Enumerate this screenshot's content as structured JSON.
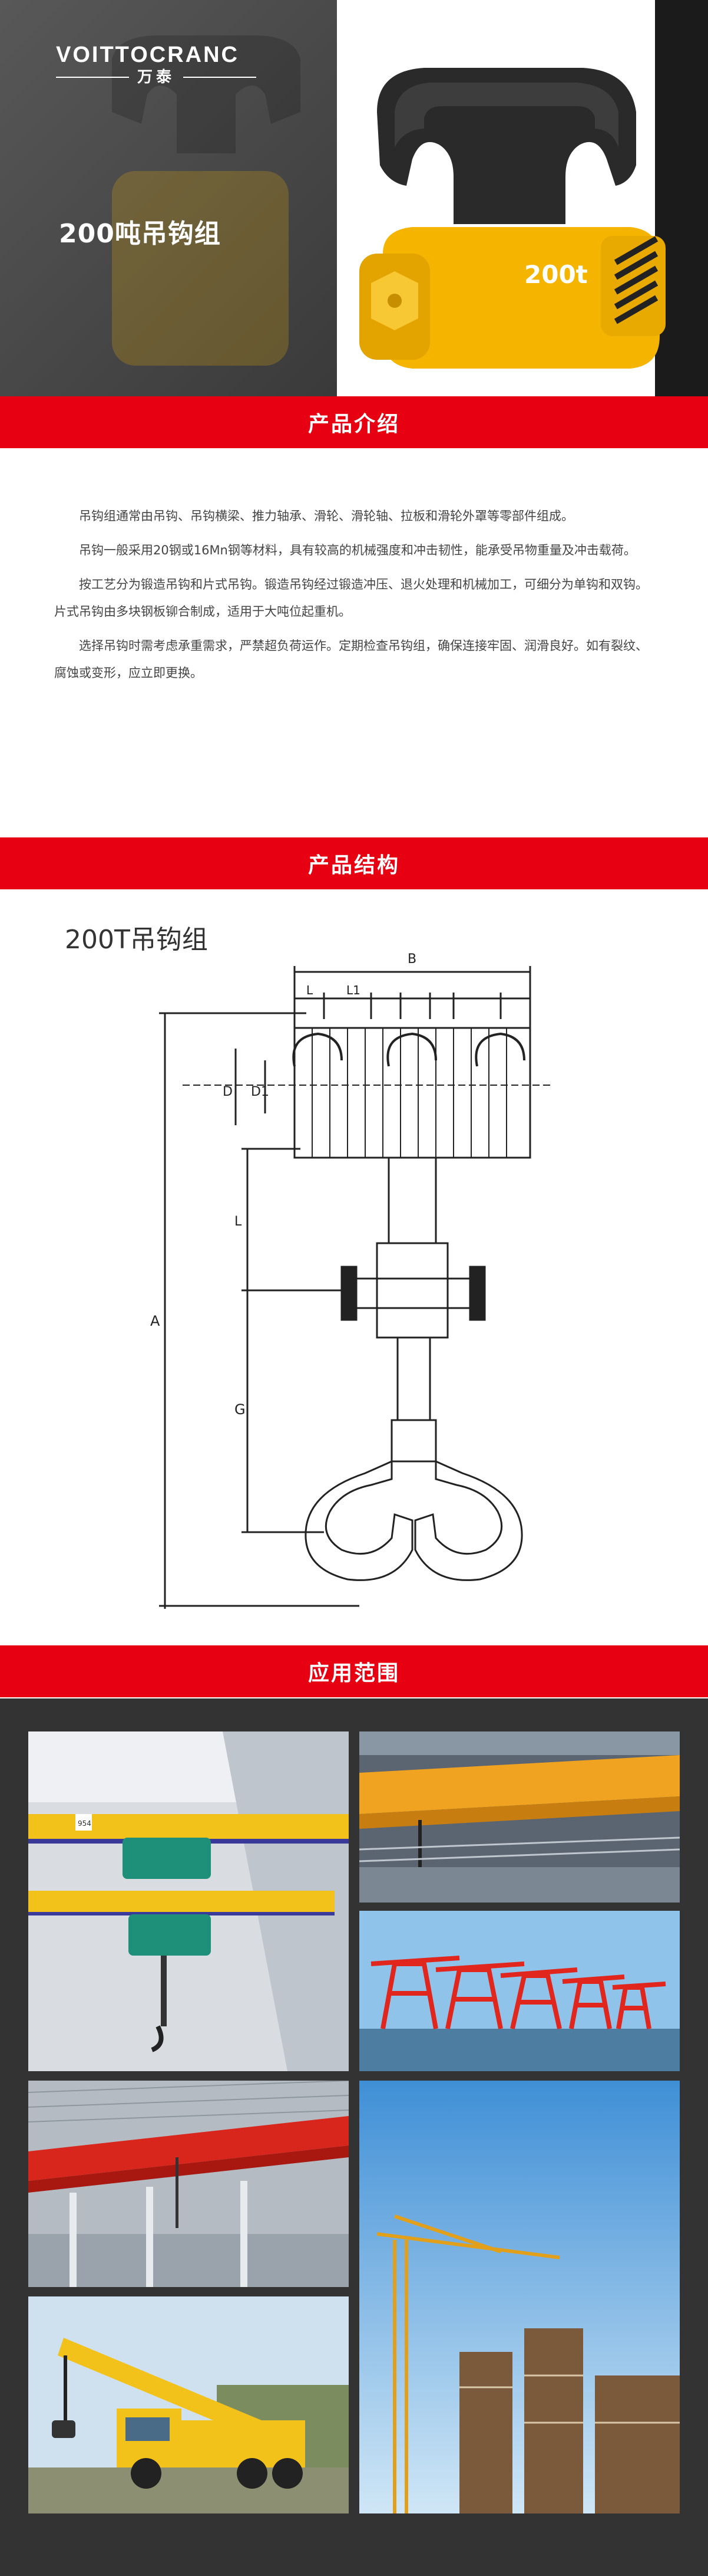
{
  "brand": {
    "logo_text": "VOITTOCRANC",
    "logo_sub": "万泰"
  },
  "hero": {
    "title": "200吨吊钩组",
    "product_label": "200t"
  },
  "sections": {
    "intro_title": "产品介绍",
    "structure_title": "产品结构",
    "apps_title": "应用范围"
  },
  "intro": {
    "paragraphs": [
      "吊钩组通常由吊钩、吊钩横梁、推力轴承、滑轮、滑轮轴、拉板和滑轮外罩等零部件组成。",
      "吊钩一般采用20钢或16Mn钢等材料，具有较高的机械强度和冲击韧性，能承受吊物重量及冲击载荷。",
      "按工艺分为锻造吊钩和片式吊钩。锻造吊钩经过锻造冲压、退火处理和机械加工，可细分为单钩和双钩。片式吊钩由多块钢板铆合制成，适用于大吨位起重机。",
      "选择吊钩时需考虑承重需求，严禁超负荷运作。定期检查吊钩组，确保连接牢固、润滑良好。如有裂纹、腐蚀或变形，应立即更换。"
    ]
  },
  "diagram": {
    "title": "200T吊钩组",
    "labels": {
      "B": "B",
      "L": "L",
      "L1": "L1",
      "D": "D",
      "D1": "D1",
      "A": "A",
      "G": "G"
    }
  },
  "apps": {
    "images": [
      "electric-hoist-photo",
      "overhead-crane-yellow-photo",
      "port-cranes-red-photo",
      "overhead-crane-red-photo",
      "tower-crane-photo",
      "truck-crane-photo"
    ],
    "text_954": "954"
  },
  "colors": {
    "accent": "#e60012",
    "hook_yellow": "#f4b400",
    "dark": "#333333"
  }
}
